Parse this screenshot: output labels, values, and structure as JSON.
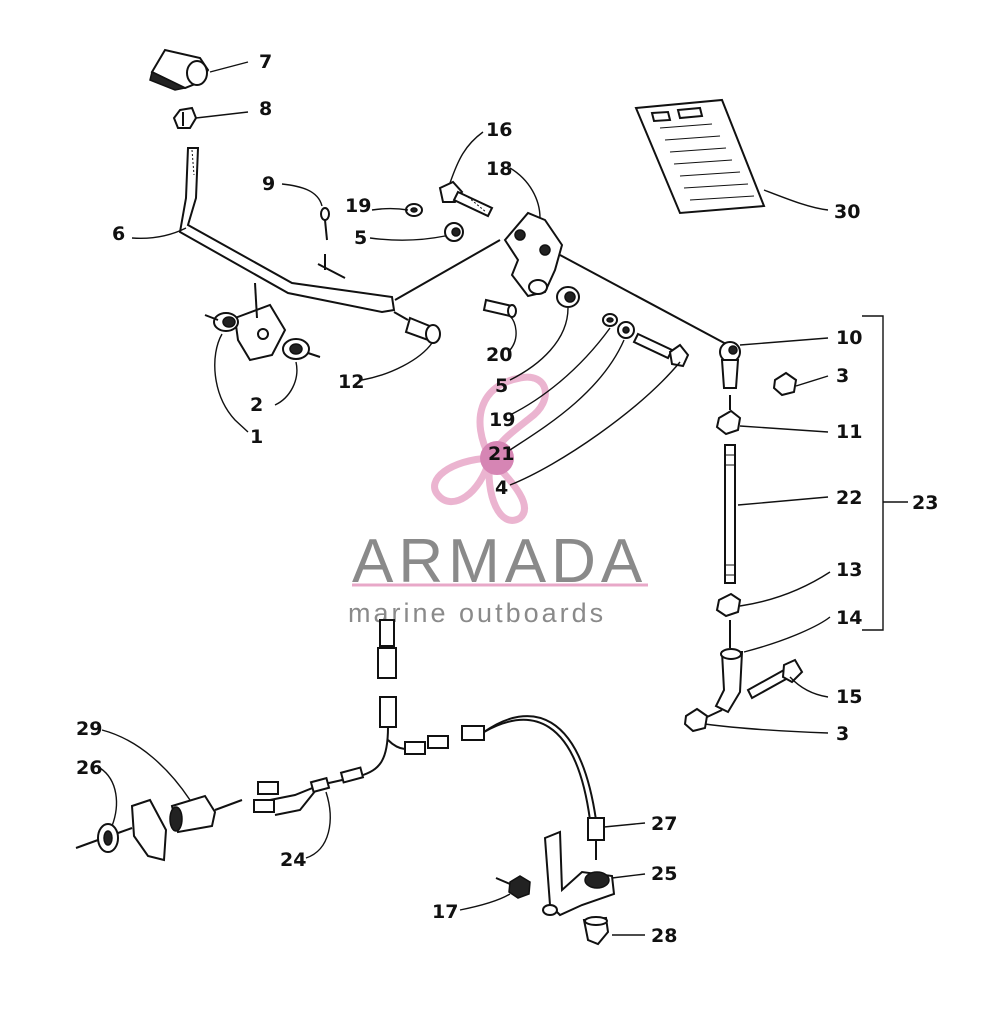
{
  "labels": {
    "l1": "1",
    "l2": "2",
    "l3a": "3",
    "l3b": "3",
    "l4": "4",
    "l5a": "5",
    "l5b": "5",
    "l6": "6",
    "l7": "7",
    "l8": "8",
    "l9": "9",
    "l10": "10",
    "l11": "11",
    "l12": "12",
    "l13": "13",
    "l14": "14",
    "l15": "15",
    "l16": "16",
    "l17": "17",
    "l18": "18",
    "l19a": "19",
    "l19b": "19",
    "l20": "20",
    "l21": "21",
    "l22": "22",
    "l23": "23",
    "l24": "24",
    "l25": "25",
    "l26": "26",
    "l27": "27",
    "l28": "28",
    "l29": "29",
    "l30": "30"
  },
  "watermark": {
    "title": "ARMADA",
    "subtitle": "marine outboards",
    "logo_color": "#e8a8c8",
    "logo_center_color": "#d070a8"
  }
}
